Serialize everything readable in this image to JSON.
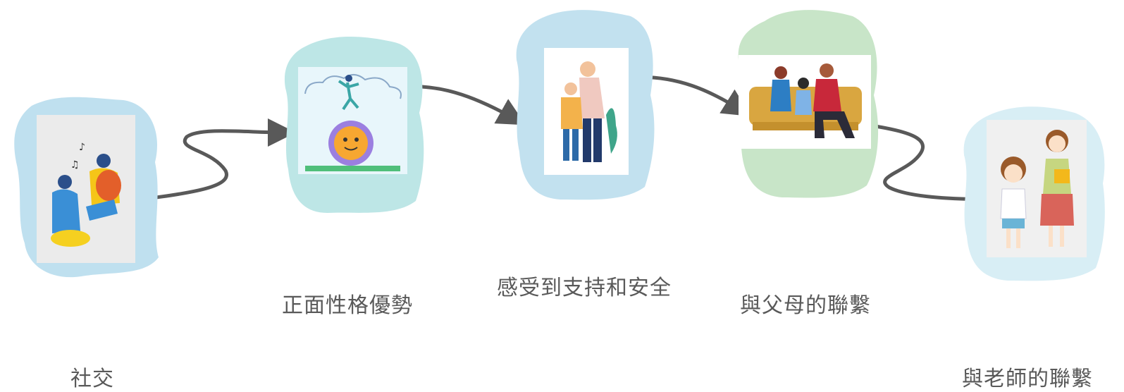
{
  "steps": [
    {
      "label": "社交",
      "blob_color": "#bfe0ef",
      "illustration": "two-people-playing-guitar-icon"
    },
    {
      "label": "正面性格優勢",
      "blob_color": "#bde6e6",
      "illustration": "happy-gear-jumping-person-icon"
    },
    {
      "label": "感受到支持和安全",
      "blob_color": "#c2e1ef",
      "illustration": "father-and-son-icon"
    },
    {
      "label": "與父母的聯繫",
      "blob_color": "#c8e5c8",
      "illustration": "family-on-sofa-icon"
    },
    {
      "label": "與老師的聯繫",
      "blob_color": "#d8eef5",
      "illustration": "teacher-and-student-icon"
    }
  ],
  "colors": {
    "arrow": "#595959",
    "label": "#595959"
  }
}
